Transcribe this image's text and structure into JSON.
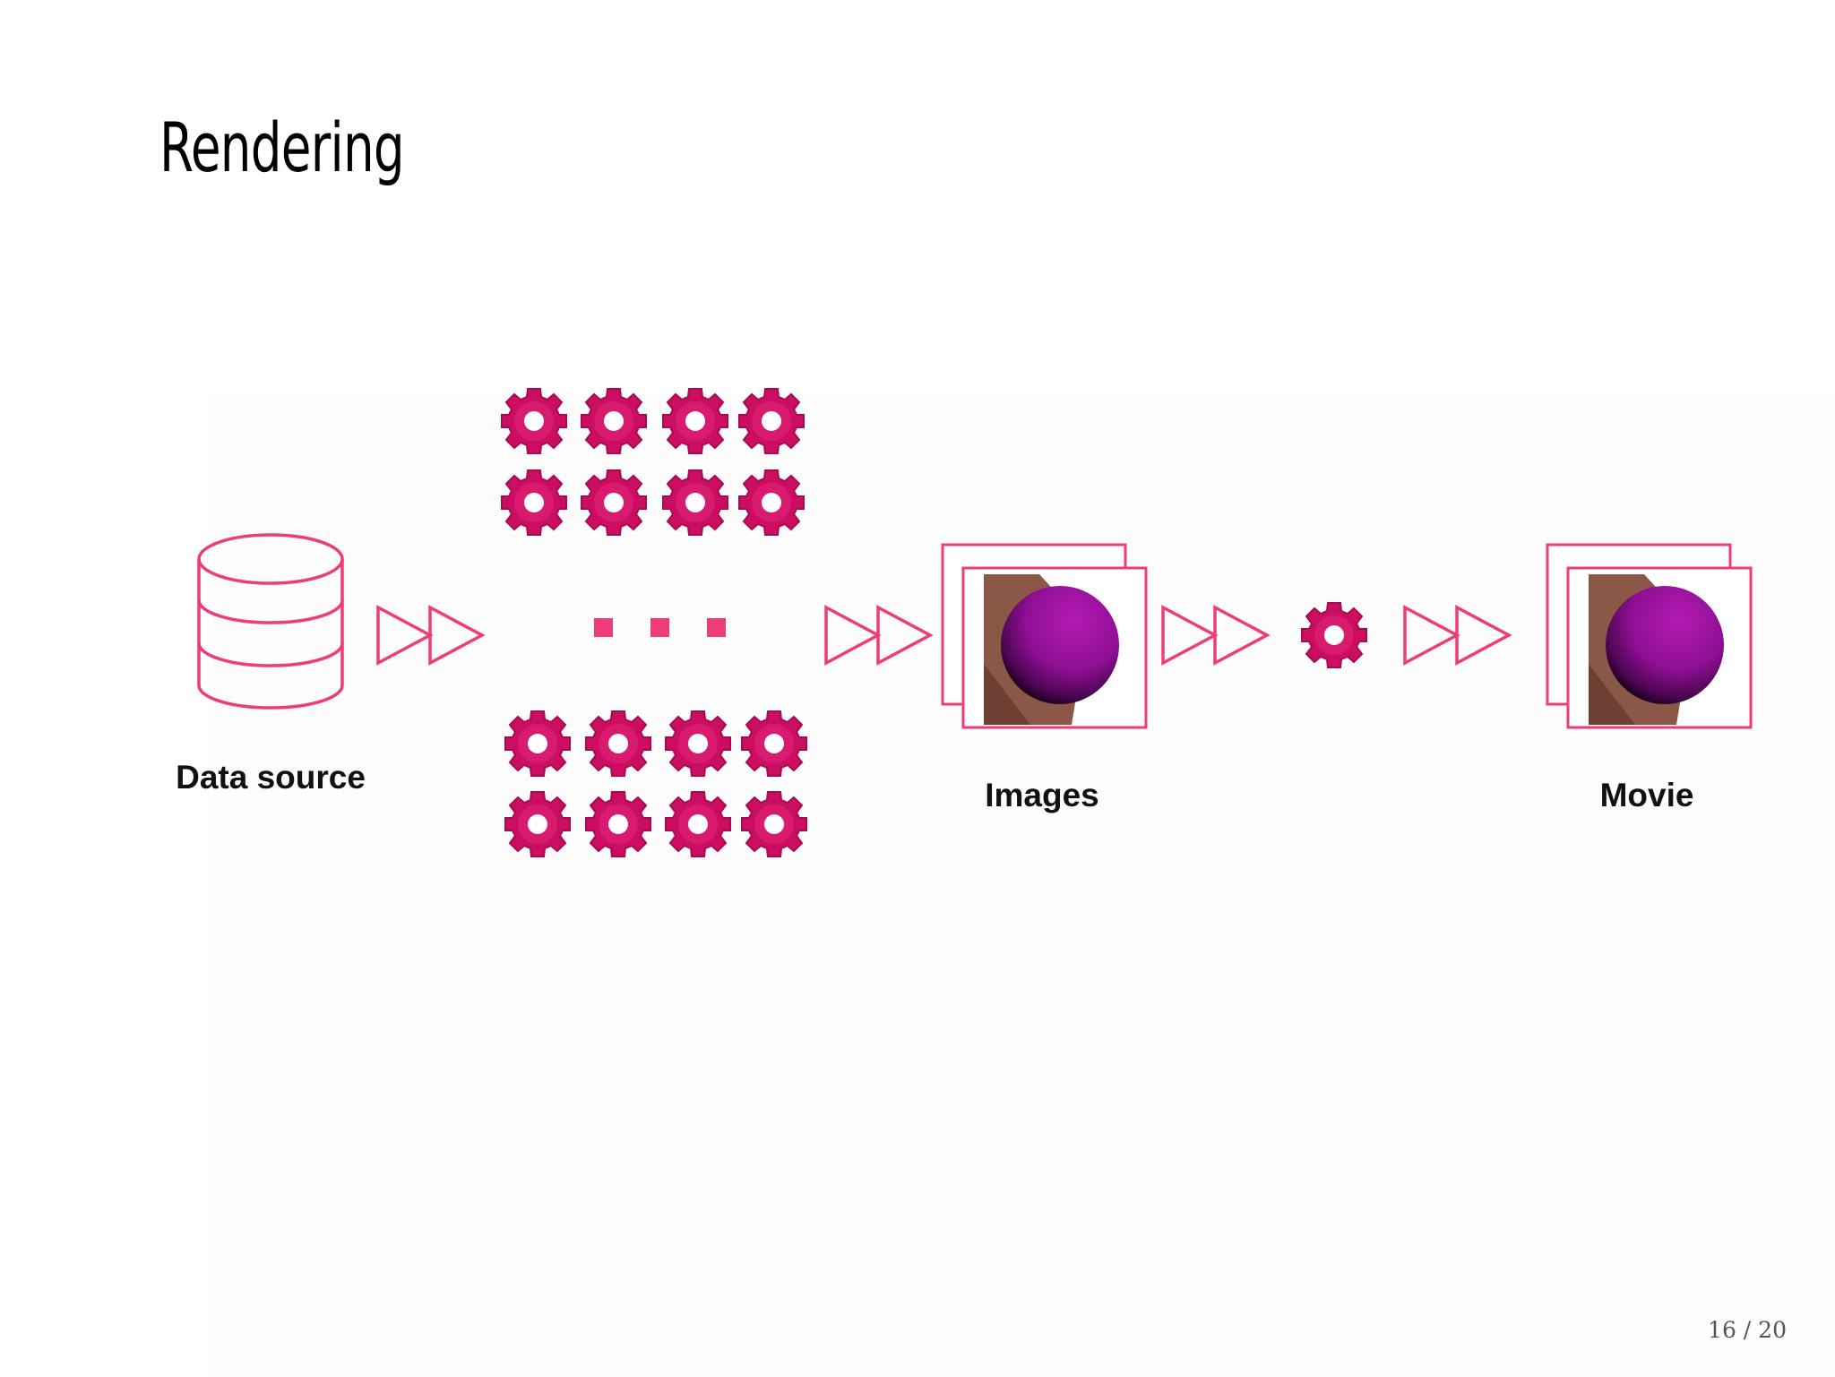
{
  "slide": {
    "title": "Rendering",
    "page_number": "16 / 20"
  },
  "diagram": {
    "labels": {
      "data_source": "Data source",
      "images": "Images",
      "movie": "Movie"
    },
    "ellipsis": "...",
    "icons": {
      "source": "database-icon",
      "workers": "gear-icon",
      "arrows": "double-arrow-icon",
      "frames": "image-stack-icon"
    },
    "worker_grid": {
      "top_rows": 2,
      "bottom_rows": 2,
      "columns": 4
    },
    "colors": {
      "accent": "#ee3c7a",
      "gear": "#cc0e62",
      "sphere": "#9b119f",
      "surface": "#8b5747"
    }
  }
}
